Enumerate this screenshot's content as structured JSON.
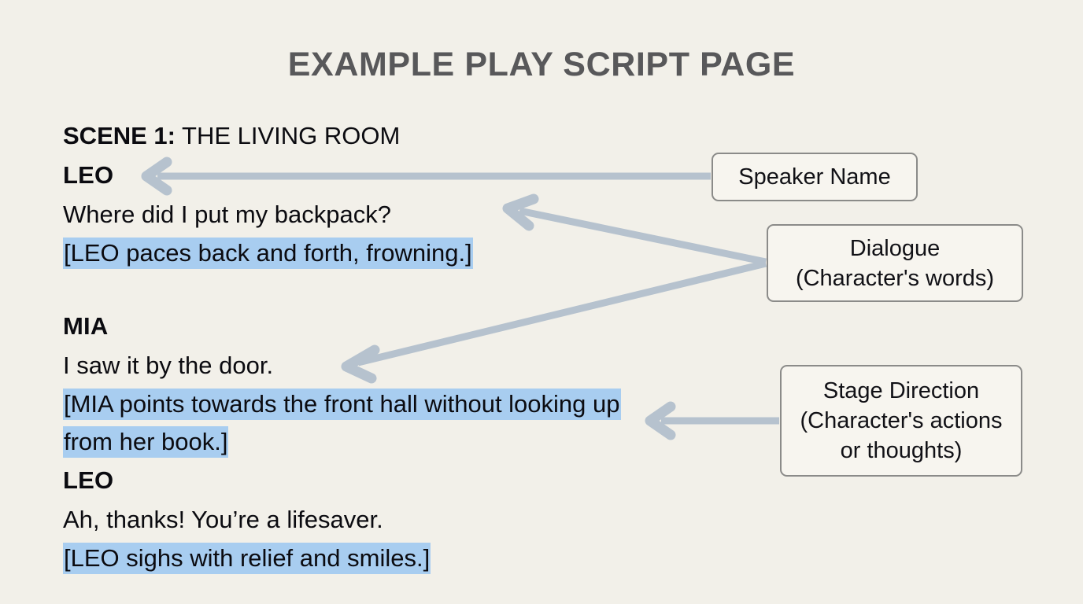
{
  "page": {
    "title": "EXAMPLE PLAY SCRIPT PAGE",
    "background_color": "#f2f0e9",
    "title_color": "#58585a",
    "text_color": "#0b0b10",
    "highlight_color": "#a8cdf0",
    "arrow_color": "#b6c2ce",
    "callout_border_color": "#8b8b89"
  },
  "script": {
    "scene": {
      "label": "SCENE 1:",
      "setting": " THE LIVING ROOM"
    },
    "blocks": [
      {
        "speaker": "LEO",
        "dialogue": "Where did I put my backpack?",
        "stage_direction": "[LEO paces back and forth, frowning.]"
      },
      {
        "speaker": "MIA",
        "dialogue": "I saw it by the door.",
        "stage_direction": "[MIA points towards the front hall without looking up from her book.]"
      },
      {
        "speaker": "LEO",
        "dialogue": "Ah, thanks! You’re a lifesaver.",
        "stage_direction": "[LEO sighs with relief and smiles.]"
      }
    ]
  },
  "callouts": [
    {
      "id": "speaker",
      "lines": [
        "Speaker Name"
      ]
    },
    {
      "id": "dialogue",
      "lines": [
        "Dialogue",
        "(Character's words)"
      ]
    },
    {
      "id": "stage",
      "lines": [
        "Stage Direction",
        "(Character's actions",
        "or thoughts)"
      ]
    }
  ],
  "annotations": {
    "speaker_arrow_name": "arrow-to-speaker-name",
    "dialogue_arrow_upper_name": "arrow-to-dialogue-leo",
    "dialogue_arrow_lower_name": "arrow-to-dialogue-mia",
    "stage_arrow_name": "arrow-to-stage-direction"
  }
}
